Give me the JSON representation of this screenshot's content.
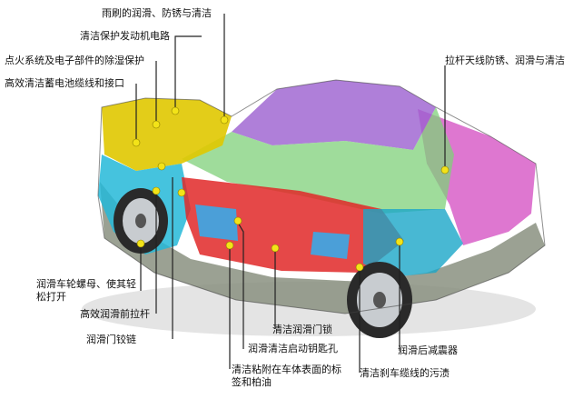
{
  "labels": {
    "wiper": "雨刷的润滑、防锈与清洁",
    "engine_circuit": "清洁保护发动机电路",
    "ignition": "点火系统及电子部件的除湿保护",
    "battery": "高效清洁蓄电池缆线和接口",
    "antenna": "拉杆天线防锈、润滑与清洁",
    "wheel_nut": "润滑车轮螺母、使其轻松打开",
    "hood_lever": "高效润滑前拉杆",
    "door_hinge": "润滑门铰链",
    "door_lock": "清洁润滑门锁",
    "key_hole": "润滑清洁启动钥匙孔",
    "stickers": "清洁粘附在车体表面的标签和柏油",
    "shock": "润滑后减震器",
    "brake_cable": "清洁刹车缆线的污渍"
  },
  "colors": {
    "hood": "#e0c800",
    "front_fender": "#25b8d8",
    "roof": "#9b5fd0",
    "rear_trunk": "#d85fc8",
    "cabin_green": "#7fd07a",
    "floor_red": "#e02828",
    "rear_fender": "#1aa6c8",
    "body_grey": "#8a9080",
    "dot": "#f3e318"
  }
}
